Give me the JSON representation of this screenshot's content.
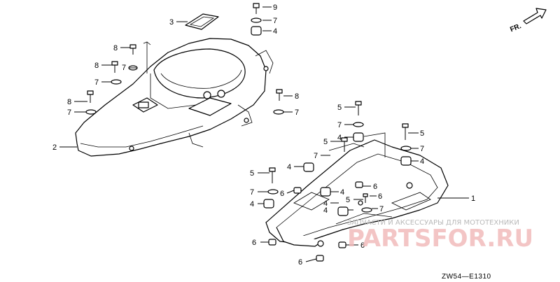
{
  "diagram": {
    "code": "ZW54—E1310",
    "direction_label": "FR.",
    "callouts": [
      "1",
      "2",
      "3",
      "4",
      "5",
      "6",
      "7",
      "8",
      "9"
    ],
    "watermark_caption": "ЗАПЧАСТИ И АКСЕССУАРЫ ДЛЯ МОТОТЕХНИКИ",
    "watermark_brand": "PARTSFOR.RU"
  }
}
